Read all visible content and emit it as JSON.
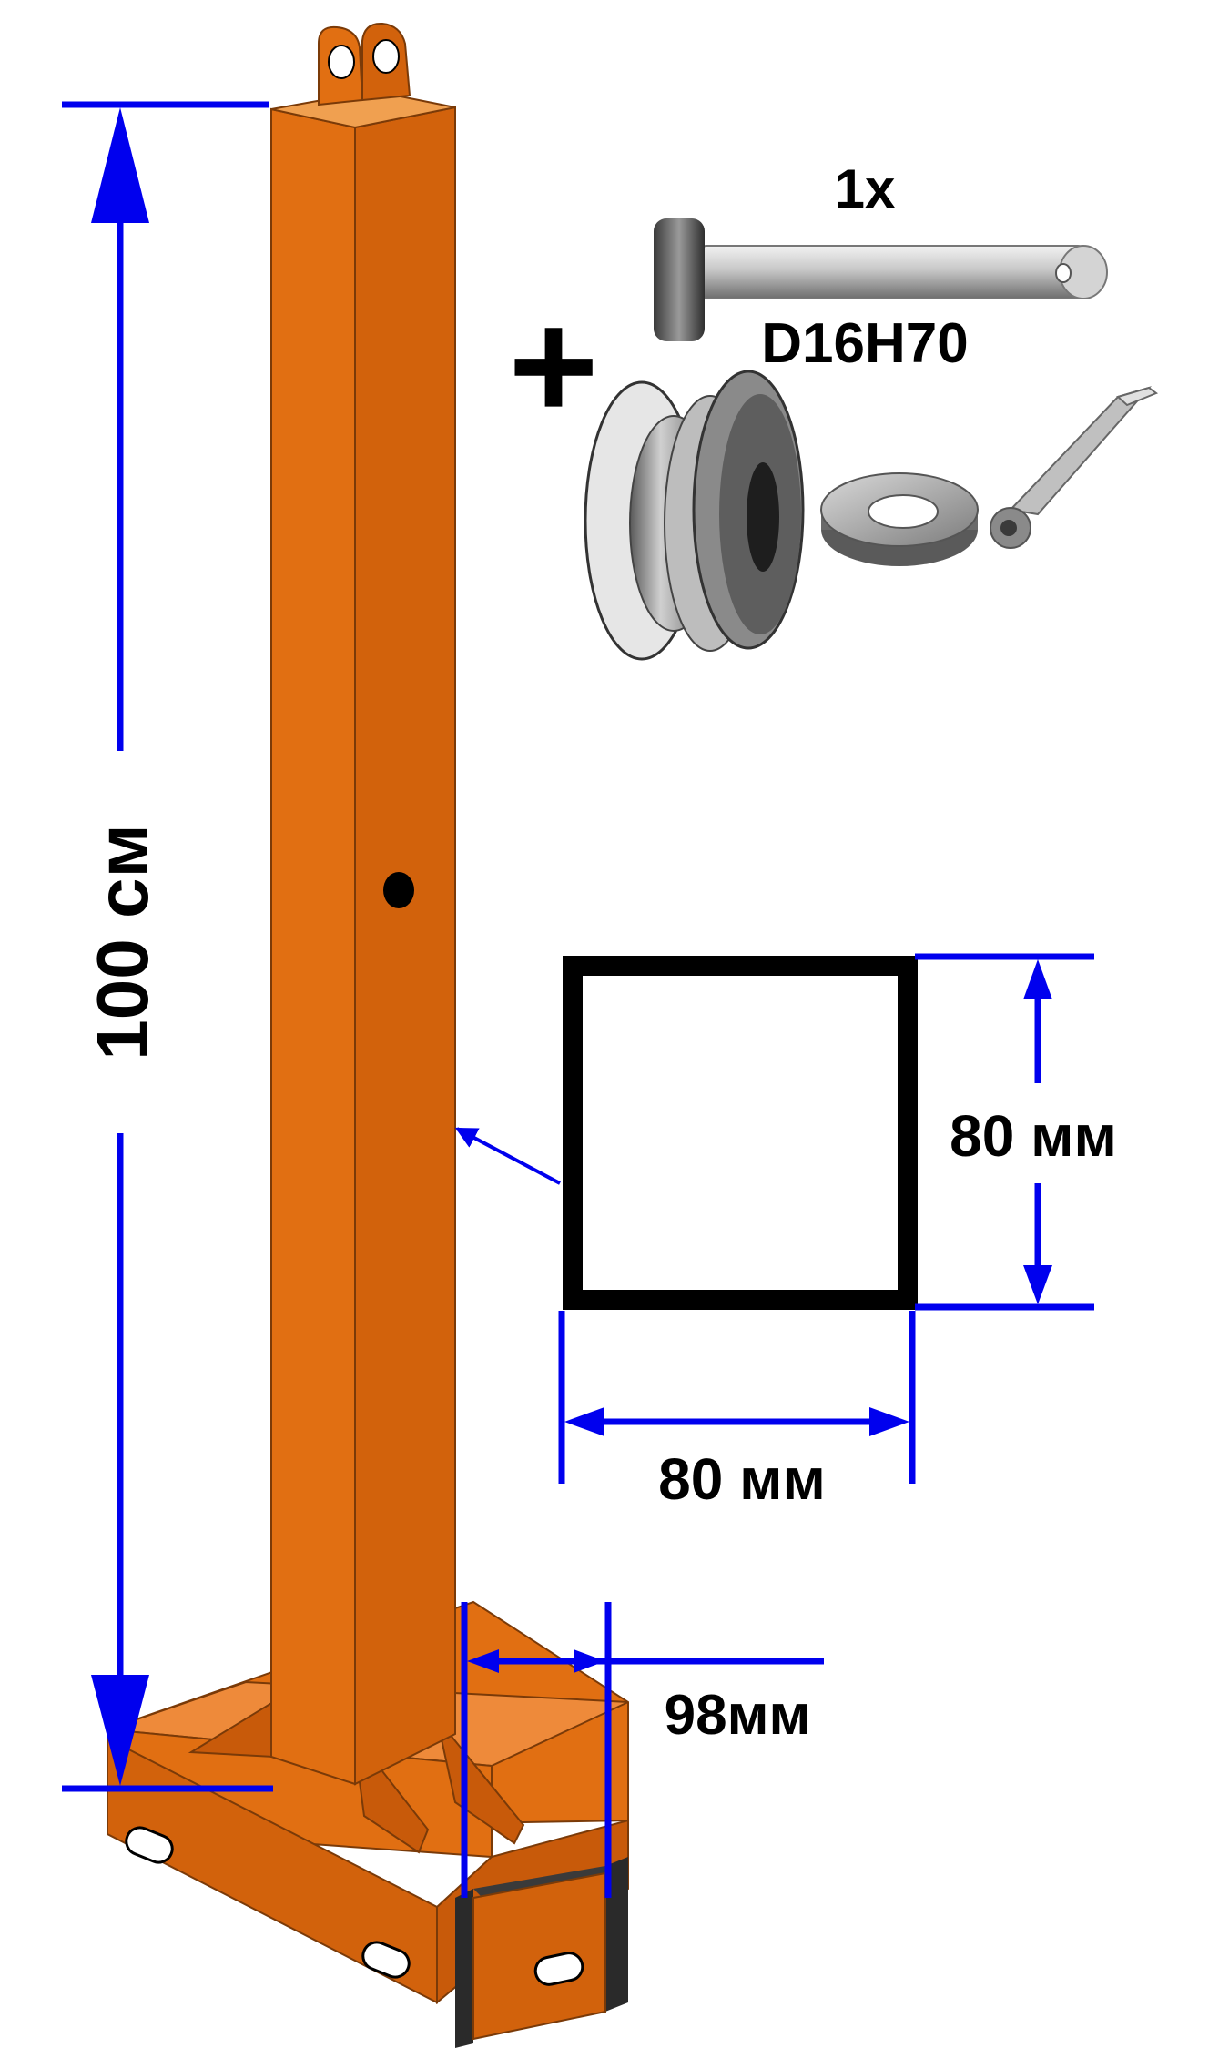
{
  "labels": {
    "pin_quantity": "1x",
    "pin_code": "D16H70",
    "plus_sign": "+",
    "height_dimension": "100 см",
    "profile_height": "80 мм",
    "profile_width": "80 мм",
    "base_gap": "98мм"
  },
  "colors": {
    "frame_front": "#E16F12",
    "frame_side": "#D2620C",
    "frame_top": "#F0A050",
    "frame_edge": "#7A3A08",
    "dimension_blue": "#0000EE",
    "profile_outline": "#000000",
    "steel_light": "#D8D8D8",
    "steel_dark": "#6E6E6E"
  },
  "parts": [
    "tool-post-frame",
    "pivot-pin",
    "pulley-wheel",
    "washer",
    "cotter-pin",
    "square-tube-profile"
  ]
}
